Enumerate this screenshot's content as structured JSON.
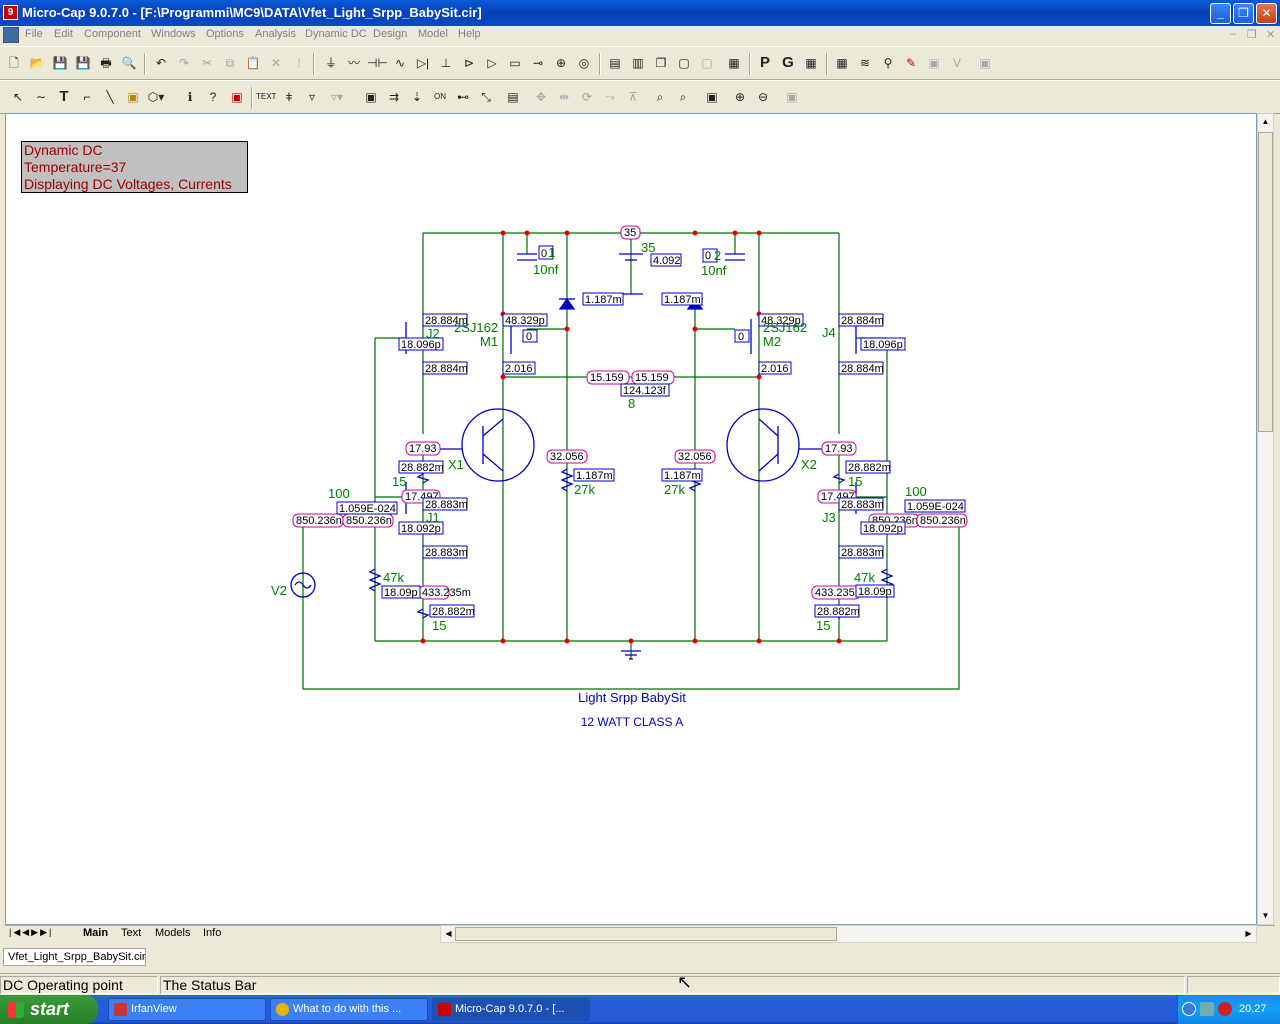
{
  "window": {
    "title": "Micro-Cap 9.0.7.0 - [F:\\Programmi\\MC9\\DATA\\Vfet_Light_Srpp_BabySit.cir]",
    "app_icon": "micro-cap-icon",
    "minimize": "_",
    "restore": "❐",
    "close": "✕"
  },
  "menu": [
    "File",
    "Edit",
    "Component",
    "Windows",
    "Options",
    "Analysis",
    "Dynamic DC",
    "Design",
    "Model",
    "Help"
  ],
  "info_box": {
    "line1": "Dynamic DC",
    "line2": "Temperature=37",
    "line3": "Displaying DC Voltages, Currents"
  },
  "schematic": {
    "title": "Light Srpp BabySit",
    "subtitle": "12 WATT CLASS A",
    "labels": {
      "c1": "1",
      "c1_node": "0",
      "c1_val": "10nf",
      "c2": "2",
      "c2_node": "0",
      "c2_val": "10nf",
      "v_top": "35",
      "v_src_val": "35",
      "v_src_i": "4.092",
      "zd_i_left": "1.187m",
      "zd_i_right": "1.187m",
      "j2": "J2",
      "j4": "J4",
      "j1": "J1",
      "j3": "J3",
      "m1": "M1",
      "m2": "M2",
      "m1_part": "2SJ162",
      "m2_part": "2SJ162",
      "x1": "X1",
      "x2": "X2",
      "v2": "V2",
      "j2_id": "28.884m",
      "j2_ig": "18.096p",
      "j2_is": "28.884m",
      "j4_id": "28.884m",
      "j4_ig": "18.096p",
      "j4_is": "28.884m",
      "m1_id": "48.329p",
      "m1_g": "0",
      "m1_s": "2.016",
      "m2_id": "48.329p",
      "m2_g": "0",
      "m2_s": "2.016",
      "out_left": "15.159",
      "out_right": "15.159",
      "out_i": "124.123f",
      "load": "8",
      "node_l": "17.93",
      "node_r": "17.93",
      "r15_l_i": "28.882m",
      "r15_l": "15",
      "r15_r_i": "28.882m",
      "r15_r": "15",
      "n17_l": "17.497",
      "n17_r": "17.497",
      "j1_id": "28.883m",
      "j1_ig": "1.059E-024",
      "j1_g": "18.092p",
      "j1_is": "28.883m",
      "j3_id": "28.883m",
      "j3_ig": "1.059E-024",
      "j3_g": "18.092p",
      "j3_is": "28.883m",
      "r100_l": "100",
      "r100_r": "100",
      "in_l1": "850.236n",
      "in_l2": "850.236n",
      "in_r1": "850.236n",
      "in_r2": "850.236n",
      "pot_l": "32.056",
      "pot_r": "32.056",
      "pot_l_i": "1.187m",
      "pot_r_i": "1.187m",
      "pot_l_val": "27k",
      "pot_r_val": "27k",
      "r47_l": "47k",
      "r47_r": "47k",
      "r47_l_i": "18.09p",
      "r47_r_i": "18.09p",
      "n433_l": "433.235m",
      "n433_r": "433.235m",
      "rb_l_i": "28.882m",
      "rb_l": "15",
      "rb_r_i": "28.882m",
      "rb_r": "15"
    }
  },
  "tabs": [
    "Main",
    "Text",
    "Models",
    "Info"
  ],
  "window_tab": "Vfet_Light_Srpp_BabySit.cir",
  "status": {
    "mode": "DC Operating point",
    "message": "The Status Bar"
  },
  "taskbar": {
    "start": "start",
    "tasks": [
      "IrfanView",
      "What to do with this ...",
      "Micro-Cap 9.0.7.0 - [..."
    ],
    "clock": "20.27"
  },
  "colors": {
    "wire": "#007000",
    "node": "#e00000",
    "component": "#0000c0",
    "voltage_box": "#d000a0",
    "current_box": "#0000c0",
    "label": "#008000"
  }
}
